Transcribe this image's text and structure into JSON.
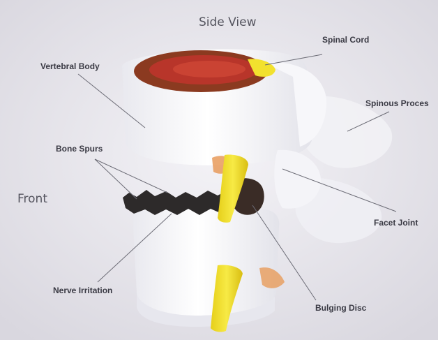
{
  "title": "Side View",
  "orientation_label": "Front",
  "labels": {
    "spinal_cord": "Spinal Cord",
    "vertebral_body": "Vertebral Body",
    "spinous_process": "Spinous Proces",
    "bone_spurs": "Bone Spurs",
    "facet_joint": "Facet Joint",
    "nerve_irritation": "Nerve Irritation",
    "bulging_disc": "Bulging Disc"
  },
  "colors": {
    "background": "#e6e4ea",
    "bone": "#fbfbfd",
    "nerve": "#f2e12e",
    "disc": "#2d2a2a",
    "cord_outer": "#8b3a20",
    "cord_inner": "#c23a2a",
    "leader": "#6c6c76"
  }
}
